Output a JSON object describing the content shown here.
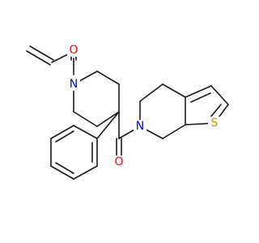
{
  "diagram": {
    "type": "chemical-structure",
    "atoms": {
      "O1": {
        "label": "O",
        "color": "#ff0000"
      },
      "N1": {
        "label": "N",
        "color": "#0000ff"
      },
      "O2": {
        "label": "O",
        "color": "#ff0000"
      },
      "N2": {
        "label": "N",
        "color": "#0000ff"
      },
      "S1": {
        "label": "S",
        "color": "#b8a000"
      }
    }
  }
}
